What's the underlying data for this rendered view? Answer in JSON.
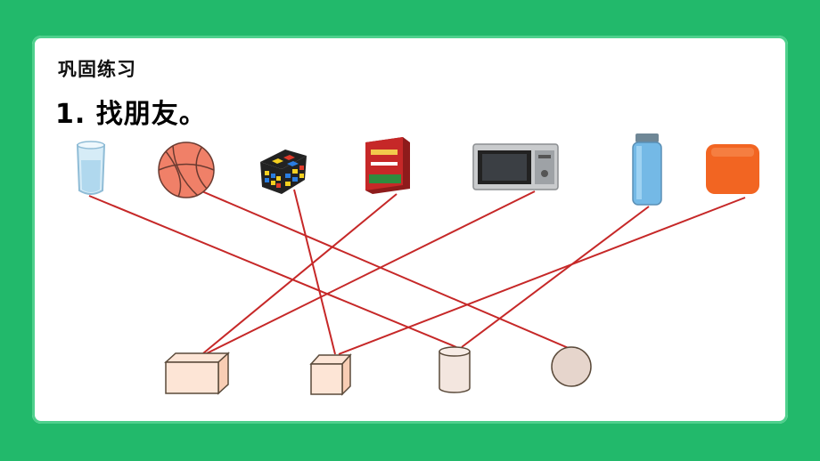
{
  "section_title": "巩固练习",
  "question": "1. 找朋友。",
  "colors": {
    "background": "#22b96b",
    "card": "#ffffff",
    "line": "#c62828",
    "solid_fill": "#fde5d6",
    "solid_stroke": "#5a4a3a"
  },
  "objects": [
    "glass-cup",
    "basketball",
    "rubiks-cube",
    "dictionary",
    "microwave",
    "thermos",
    "orange-cube"
  ],
  "solids": [
    "cuboid",
    "cube",
    "cylinder",
    "sphere"
  ]
}
